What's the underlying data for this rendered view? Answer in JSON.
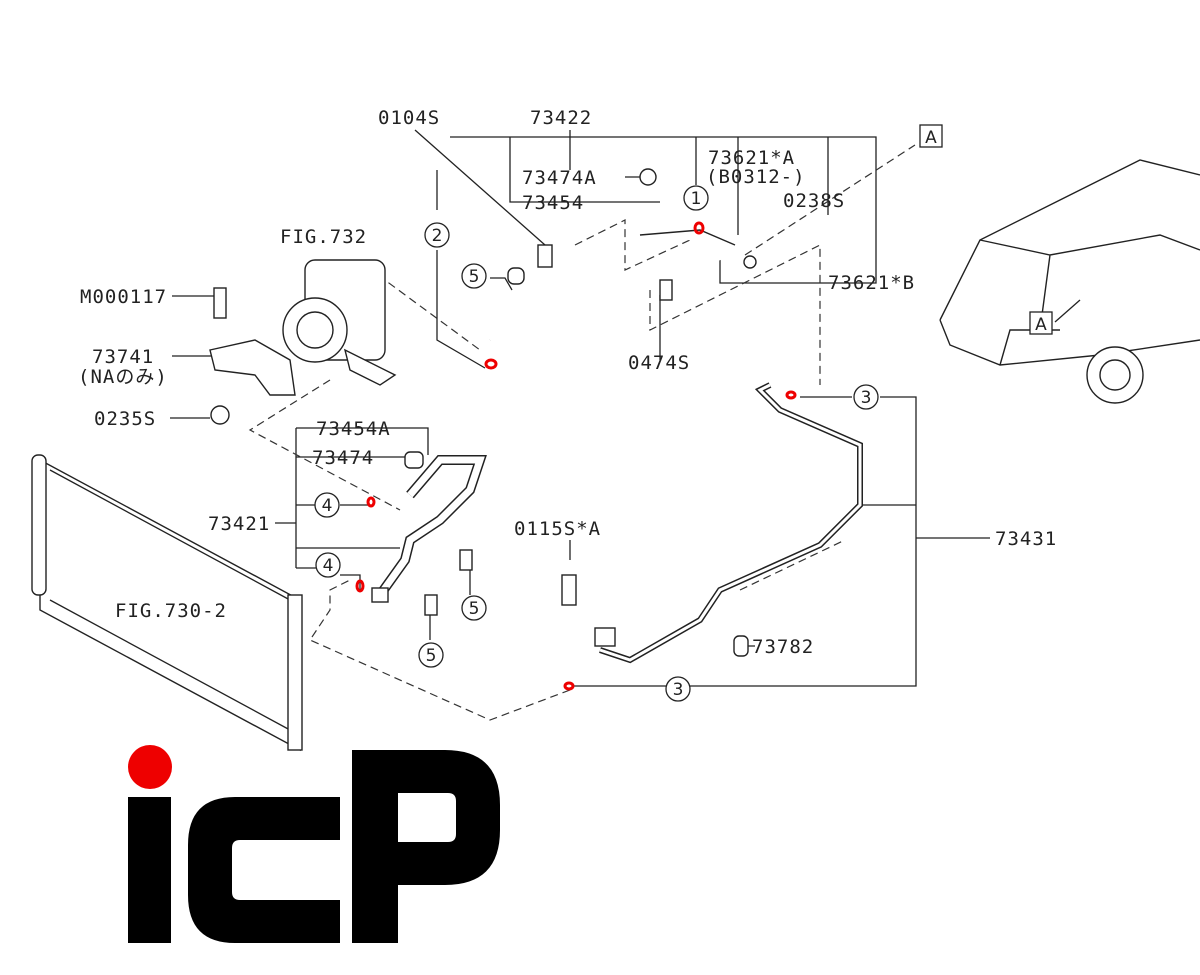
{
  "labels": {
    "p0104s": "0104S",
    "p73422": "73422",
    "p73474a": "73474A",
    "p73454": "73454",
    "p73621a": "73621*A",
    "p73621a_note": "(B0312-)",
    "p0238s": "0238S",
    "p73621b": "73621*B",
    "p0474s": "0474S",
    "fig732": "FIG.732",
    "m000117": "M000117",
    "p73741": "73741",
    "p73741_note": "(NAのみ)",
    "p0235s": "0235S",
    "p73454a": "73454A",
    "p73474": "73474",
    "p73421": "73421",
    "p73431": "73431",
    "p0115sa": "0115S*A",
    "fig730_2": "FIG.730-2",
    "p73782": "73782"
  },
  "callouts": {
    "c1": "1",
    "c2": "2",
    "c3": "3",
    "c4": "4",
    "c5": "5"
  },
  "refs": {
    "a": "A"
  },
  "logo": {
    "text": "ICP",
    "dot_color": "#ee0000"
  },
  "colors": {
    "highlight": "#ee0000"
  }
}
